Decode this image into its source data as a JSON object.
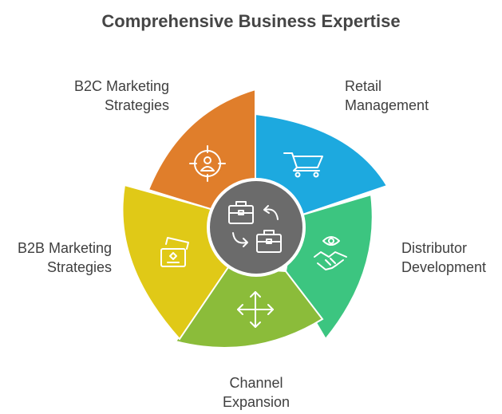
{
  "title": "Comprehensive Business Expertise",
  "segments": [
    {
      "id": "retail",
      "lines": [
        "Retail",
        "Management"
      ],
      "color": "#1da9df",
      "icon": "shopping-cart-icon"
    },
    {
      "id": "distributor",
      "lines": [
        "Distributor",
        "Development"
      ],
      "color": "#3cc580",
      "icon": "handshake-eye-icon"
    },
    {
      "id": "channel",
      "lines": [
        "Channel",
        "Expansion"
      ],
      "color": "#8bbc3a",
      "icon": "four-way-arrows-icon"
    },
    {
      "id": "b2b",
      "lines": [
        "B2B Marketing",
        "Strategies"
      ],
      "color": "#e0c917",
      "icon": "cards-icon"
    },
    {
      "id": "b2c",
      "lines": [
        "B2C Marketing",
        "Strategies"
      ],
      "color": "#e07e2b",
      "icon": "target-person-icon"
    }
  ],
  "hub": {
    "color": "#6b6b6b",
    "icon": "briefcase-exchange-icon"
  }
}
